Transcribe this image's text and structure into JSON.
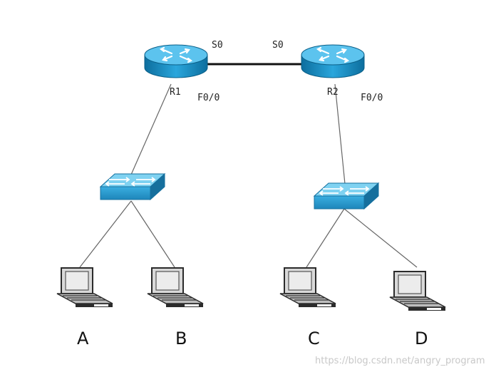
{
  "routers": [
    {
      "id": "r1",
      "name": "R1",
      "serial_port": "S0",
      "fast_port": "F0/0"
    },
    {
      "id": "r2",
      "name": "R2",
      "serial_port": "S0",
      "fast_port": "F0/0"
    }
  ],
  "switches": [
    {
      "id": "sw1"
    },
    {
      "id": "sw2"
    }
  ],
  "hosts": [
    {
      "id": "a",
      "label": "A"
    },
    {
      "id": "b",
      "label": "B"
    },
    {
      "id": "c",
      "label": "C"
    },
    {
      "id": "d",
      "label": "D"
    }
  ],
  "watermark": "https://blog.csdn.net/angry_program",
  "colors": {
    "router_blue": "#1a8fc6",
    "switch_blue": "#3fb2de",
    "link": "#555555",
    "serial_link": "#111111"
  }
}
